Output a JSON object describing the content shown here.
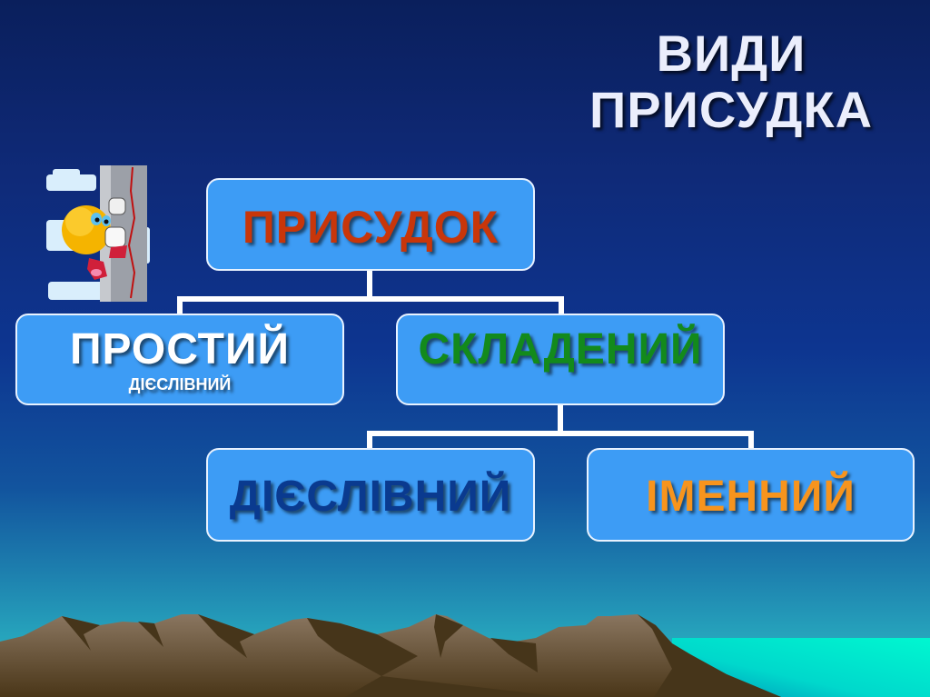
{
  "slide": {
    "title_line1": "ВИДИ",
    "title_line2": "ПРИСУДКА"
  },
  "diagram": {
    "root": {
      "label": "ПРИСУДОК",
      "color": "#c8360a"
    },
    "level1": [
      {
        "label": "ПРОСТИЙ",
        "sublabel": "ДІЄСЛІВНИЙ",
        "color": "#ffffff"
      },
      {
        "label": "СКЛАДЕНИЙ",
        "color": "#138a1c"
      }
    ],
    "level2": [
      {
        "label": "ДІЄСЛІВНИЙ",
        "color": "#0a3a8f"
      },
      {
        "label": "ІМЕННИЙ",
        "color": "#f7941d"
      }
    ]
  },
  "colors": {
    "box_fill": "#3d9cf5",
    "box_border": "#e8f2ff",
    "connector": "#ffffff",
    "background_top": "#0a1f5c",
    "sea": "#00f0cc",
    "mountain": "#7a6650"
  },
  "decorations": {
    "climber_icon": "smiley-climbing-rock-icon",
    "landscape": "mountains-and-sea"
  }
}
